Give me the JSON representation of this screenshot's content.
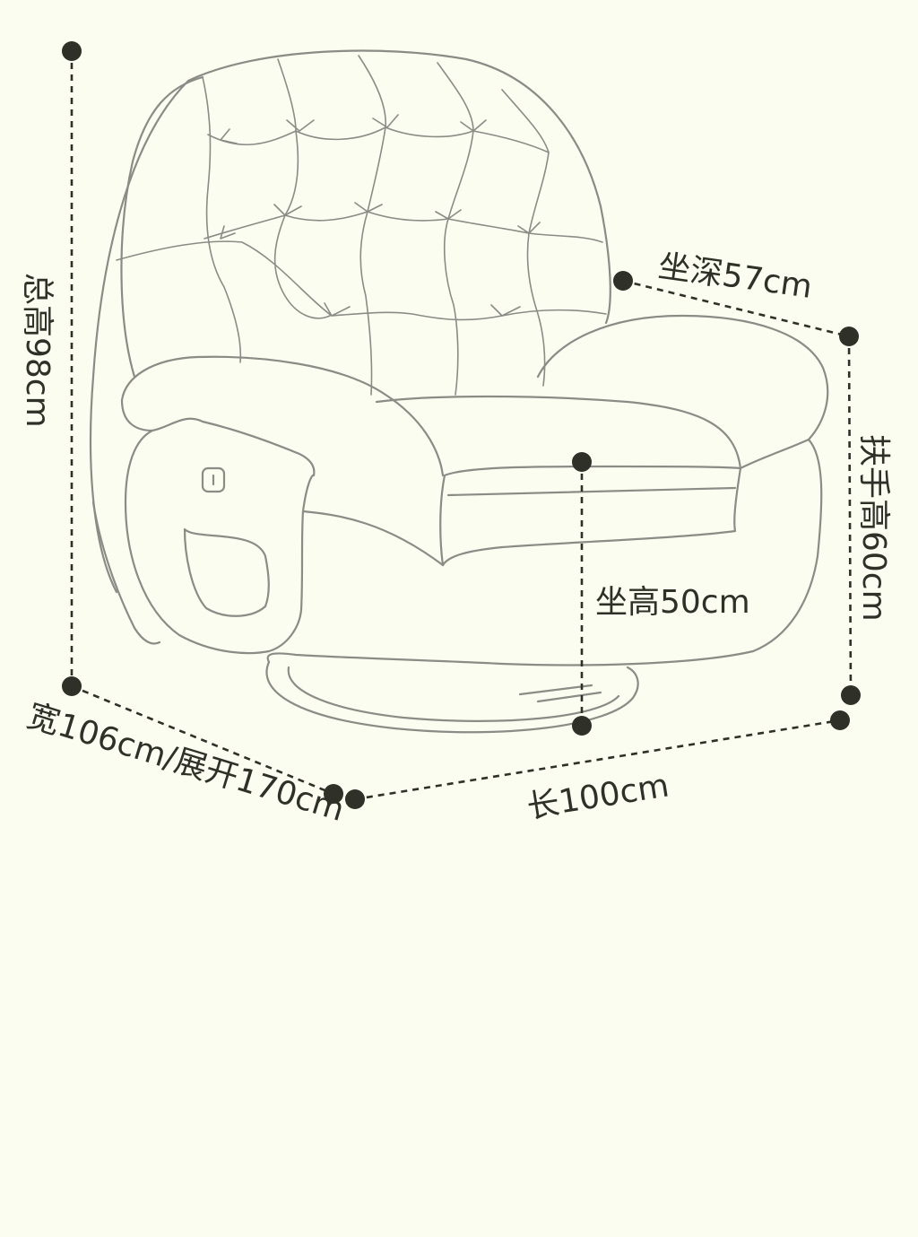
{
  "labels": {
    "total_height": "总高98cm",
    "seat_depth": "坐深57cm",
    "armrest_height": "扶手高60cm",
    "seat_height": "坐高50cm",
    "width": "宽106cm/展开170cm",
    "length": "长100cm"
  },
  "colors": {
    "background": "#fbfdf0",
    "outline": "#8a8c86",
    "dimension": "#2f3129"
  }
}
